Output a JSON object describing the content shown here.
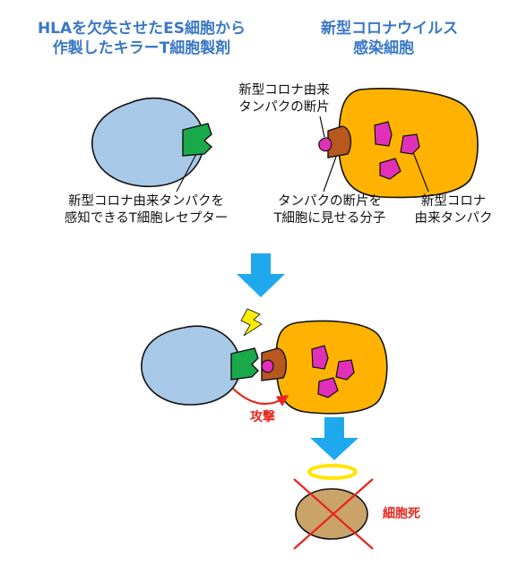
{
  "headers": {
    "left_line1": "HLAを欠失させたES細胞から",
    "left_line2": "作製したキラーT細胞製剤",
    "right_line1": "新型コロナウイルス",
    "right_line2": "感染細胞"
  },
  "annotations": {
    "fragment_line1": "新型コロナ由来",
    "fragment_line2": "タンパクの断片",
    "receptor_line1": "新型コロナ由来タンパクを",
    "receptor_line2": "感知できるT細胞レセプター",
    "mhc_line1": "タンパクの断片を",
    "mhc_line2": "T細胞に見せる分子",
    "protein_line1": "新型コロナ",
    "protein_line2": "由来タンパク"
  },
  "attack_label": "攻撃",
  "death_label": "細胞死",
  "colors": {
    "t_cell": "#a8c8e8",
    "infected_cell": "#ffb300",
    "receptor": "#1aaa4a",
    "mhc": "#b8571e",
    "viral_protein": "#e030b8",
    "arrow": "#1ea9ee",
    "red": "#e8261c",
    "dead_cell": "#c9a36a",
    "halo": "#ffe600",
    "lightning": "#ffee00"
  }
}
